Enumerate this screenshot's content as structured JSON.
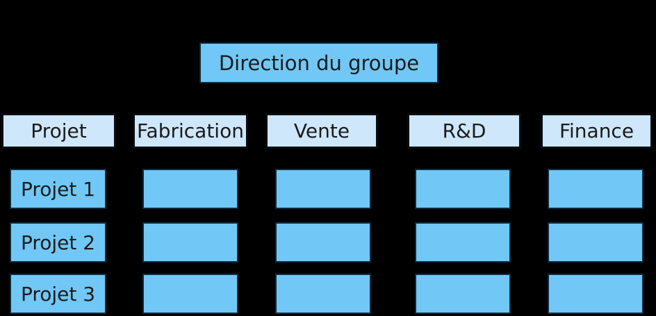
{
  "diagram": {
    "type": "matrix-organization-chart",
    "title_box": "Direction du groupe",
    "column_headers": [
      "Projet",
      "Fabrication",
      "Vente",
      "R&D",
      "Finance"
    ],
    "row_labels": [
      "Projet 1",
      "Projet 2",
      "Projet 3"
    ],
    "grid": {
      "rows": 3,
      "data_columns": 4,
      "cells_have_text": false
    },
    "colors": {
      "background": "#000000",
      "box_fill": "#71C8F7",
      "header_fill": "#CEE7FA",
      "border": "#0E2B40",
      "header_border": "#0A0E12",
      "text": "#1A1A1A"
    }
  }
}
